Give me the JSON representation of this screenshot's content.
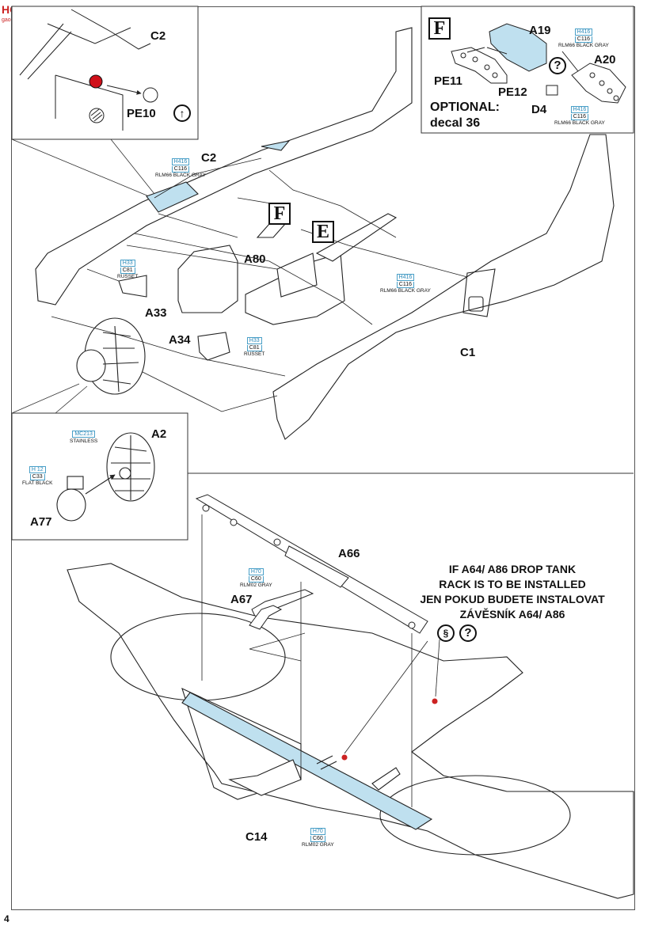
{
  "watermark": {
    "text": "HOBBY SEARCH",
    "site": "gao-shou.com"
  },
  "page_number": "4",
  "section_marks": {
    "f_inset": "F",
    "f_main": "F",
    "e_main": "E"
  },
  "parts": {
    "c2_inset": "C2",
    "pe10": "PE10",
    "c2_main": "C2",
    "a19": "A19",
    "a20": "A20",
    "pe11": "PE11",
    "pe12": "PE12",
    "d4": "D4",
    "a80": "A80",
    "a33": "A33",
    "a34": "A34",
    "c1": "C1",
    "a2": "A2",
    "a77": "A77",
    "a66": "A66",
    "a67": "A67",
    "c14": "C14"
  },
  "optional": {
    "line1": "OPTIONAL:",
    "line2": "decal 36"
  },
  "icons": {
    "arrow_symbol": "↑",
    "question_symbol": "?",
    "spring_symbol": "§"
  },
  "paints": {
    "a19": {
      "code1": "H416",
      "code2": "C116",
      "name": "RLM66 BLACK GRAY"
    },
    "d4": {
      "code1": "H416",
      "code2": "C116",
      "name": "RLM66 BLACK GRAY"
    },
    "c2": {
      "code1": "H416",
      "code2": "C116",
      "name": "RLM66 BLACK GRAY"
    },
    "a33": {
      "code1": "H33",
      "code2": "C81",
      "name": "RUSSET"
    },
    "cockpit": {
      "code1": "H416",
      "code2": "C116",
      "name": "RLM66 BLACK GRAY"
    },
    "a34": {
      "code1": "H33",
      "code2": "C81",
      "name": "RUSSET"
    },
    "a2": {
      "code1": "MC213",
      "name": "STAINLESS"
    },
    "a77": {
      "code1": "H 12",
      "code2": "C33",
      "name": "FLAT BLACK"
    },
    "a67": {
      "code1": "H70",
      "code2": "C60",
      "name": "RLM02 GRAY"
    },
    "c14": {
      "code1": "H70",
      "code2": "C60",
      "name": "RLM02 GRAY"
    }
  },
  "note": {
    "line1": "IF A64/ A86 DROP TANK",
    "line2": "RACK IS TO BE INSTALLED",
    "line3": "JEN POKUD BUDETE INSTALOVAT",
    "line4": "ZÁVĚSNÍK A64/ A86"
  }
}
